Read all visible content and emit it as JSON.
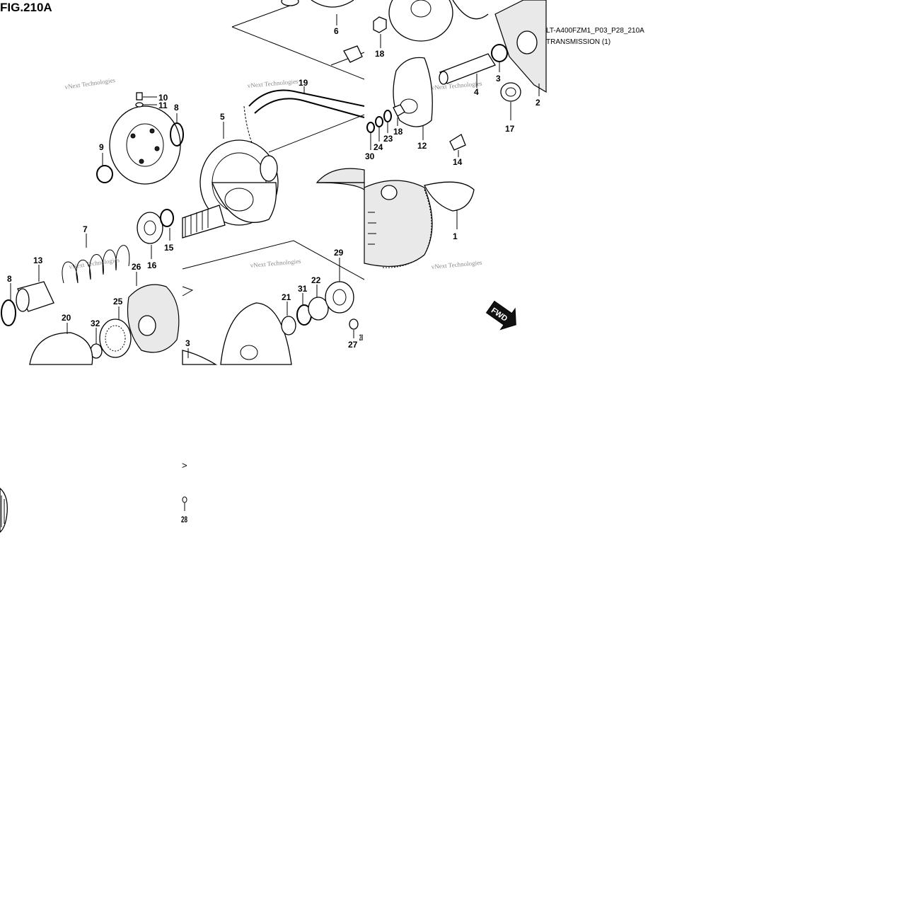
{
  "figure": {
    "title": "FIG.210A",
    "code": "LT-A400FZM1_P03_P28_210A",
    "subtitle": "TRANSMISSION (1)"
  },
  "watermark": "vNext Technologies",
  "direction_badge": "FWD",
  "callouts": [
    "1",
    "2",
    "3",
    "4",
    "5",
    "6",
    "7",
    "8",
    "9",
    "10",
    "11",
    "12",
    "13",
    "14",
    "15",
    "16",
    "17",
    "18",
    "19",
    "20",
    "21",
    "22",
    "23",
    "24",
    "25",
    "26",
    "27",
    "28",
    "29",
    "30",
    "31",
    "32"
  ],
  "fragments": {
    "top_right_gt": ">",
    "partial_label": "28"
  }
}
